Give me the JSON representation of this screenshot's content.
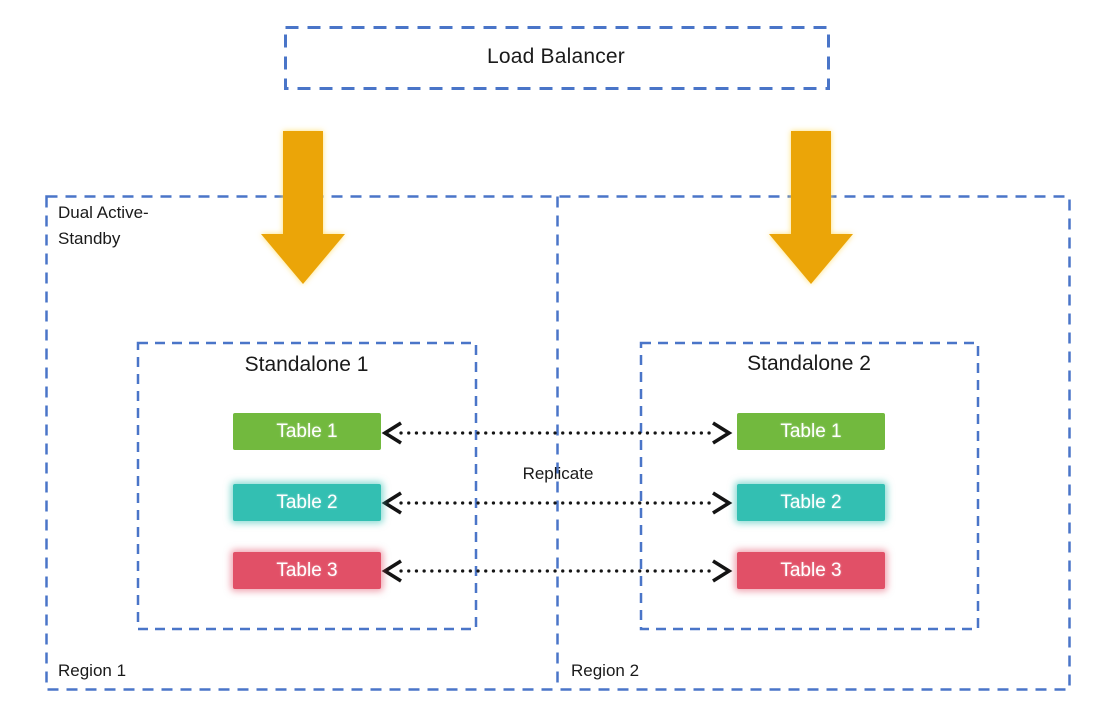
{
  "diagram": {
    "title_hint": "Dual active-standby cross-region replication topology",
    "load_balancer": {
      "label": "Load Balancer"
    },
    "regions": [
      {
        "name": "Region 1",
        "mode_label": "Dual Active-Standby",
        "standalone": {
          "title": "Standalone 1",
          "tables": [
            "Table 1",
            "Table 2",
            "Table 3"
          ]
        }
      },
      {
        "name": "Region 2",
        "standalone": {
          "title": "Standalone 2",
          "tables": [
            "Table 1",
            "Table 2",
            "Table 3"
          ]
        }
      }
    ],
    "replication": {
      "label": "Replicate",
      "connector_count": 3
    },
    "colors": {
      "dashed_border_blue": "#4A75C8",
      "arrow_gold": "#EBA508",
      "arrow_glow": "#FFDE70",
      "table_green": "#72B93E",
      "table_teal": "#33BFB2",
      "table_red": "#E15067",
      "connector_black": "#141414",
      "table_text": "#FFFFFF",
      "text": "#1A1A1A",
      "background": "#FFFFFF"
    }
  }
}
